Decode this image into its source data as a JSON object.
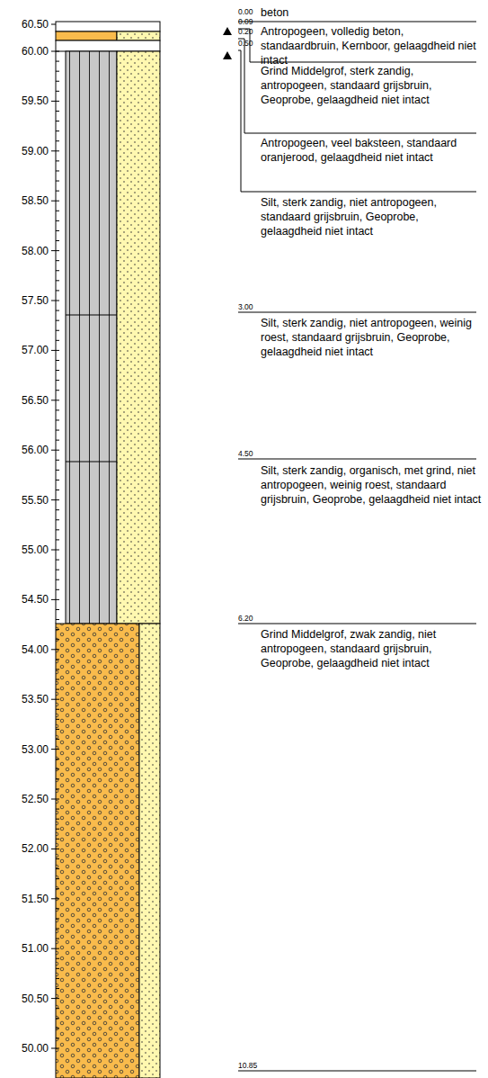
{
  "diagram": {
    "labels": [
      "60.50",
      "60.00",
      "59.50",
      "59.00",
      "58.50",
      "58.00",
      "57.50",
      "57.00",
      "56.50",
      "56.00",
      "55.50",
      "55.00",
      "54.50",
      "54.00",
      "53.50",
      "53.00",
      "52.50",
      "52.00",
      "51.50",
      "51.00",
      "50.50",
      "50.00",
      "0.00",
      "0.09",
      "0.20",
      "0.50",
      "3.00",
      "4.50",
      "6.20",
      "10.85",
      "beton",
      "Antropogeen, volledig beton, standaardbruin, Kernboor, gelaagdheid niet intact",
      "Grind Middelgrof, sterk zandig, antropogeen, standaard grijsbruin, Geoprobe, gelaagdheid niet intact",
      "Antropogeen, veel baksteen, standaard oranjerood, gelaagdheid niet intact",
      "Silt, sterk zandig, niet antropogeen, standaard grijsbruin, Geoprobe, gelaagdheid niet intact",
      "Silt, sterk zandig, niet antropogeen, weinig roest, standaard grijsbruin, Geoprobe, gelaagdheid niet intact",
      "Silt, sterk zandig, organisch, met grind, niet antropogeen, weinig roest, standaard grijsbruin, Geoprobe, gelaagdheid niet intact",
      "Grind Middelgrof, zwak zandig, niet antropogeen, standaard grijsbruin, Geoprobe, gelaagdheid niet intact"
    ]
  }
}
